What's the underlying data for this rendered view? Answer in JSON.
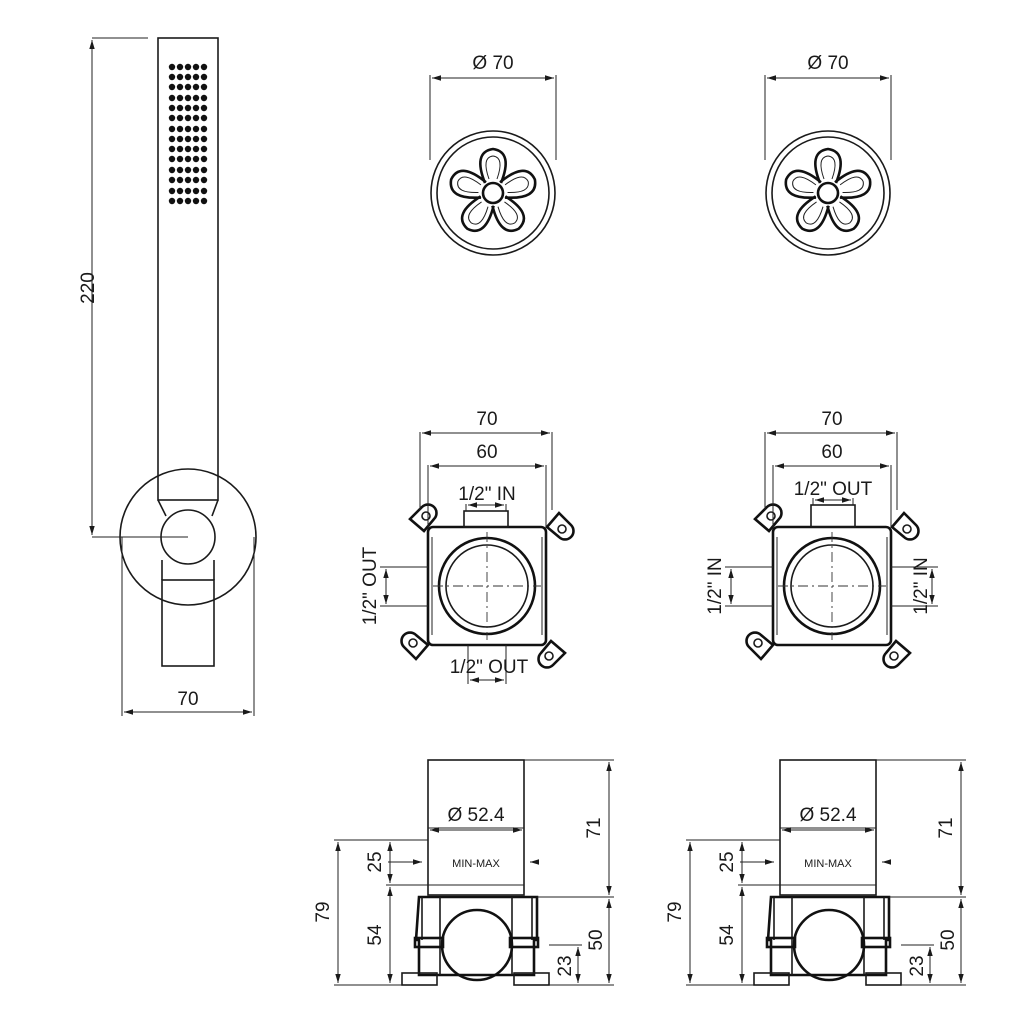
{
  "handshower": {
    "height_label": "220",
    "width_label": "70"
  },
  "rosettes": {
    "left": {
      "diameter_label": "Ø 70"
    },
    "right": {
      "diameter_label": "Ø 70"
    }
  },
  "bodies_top": {
    "left": {
      "outer_width_label": "70",
      "inner_width_label": "60",
      "top_port_label": "1/2\" IN",
      "left_port_label": "1/2\" OUT",
      "bottom_port_label": "1/2\" OUT"
    },
    "right": {
      "outer_width_label": "70",
      "inner_width_label": "60",
      "top_port_label": "1/2\" OUT",
      "left_port_label": "1/2\" IN",
      "right_port_label": "1/2\" IN"
    }
  },
  "bodies_side": {
    "left": {
      "diameter_label": "Ø 52.4",
      "range_label": "MIN-MAX",
      "total_label": "79",
      "upper_label": "25",
      "lower_label": "54",
      "height_label": "71",
      "body_label": "50",
      "base_label": "23"
    },
    "right": {
      "diameter_label": "Ø 52.4",
      "range_label": "MIN-MAX",
      "total_label": "79",
      "upper_label": "25",
      "lower_label": "54",
      "height_label": "71",
      "body_label": "50",
      "base_label": "23"
    }
  }
}
